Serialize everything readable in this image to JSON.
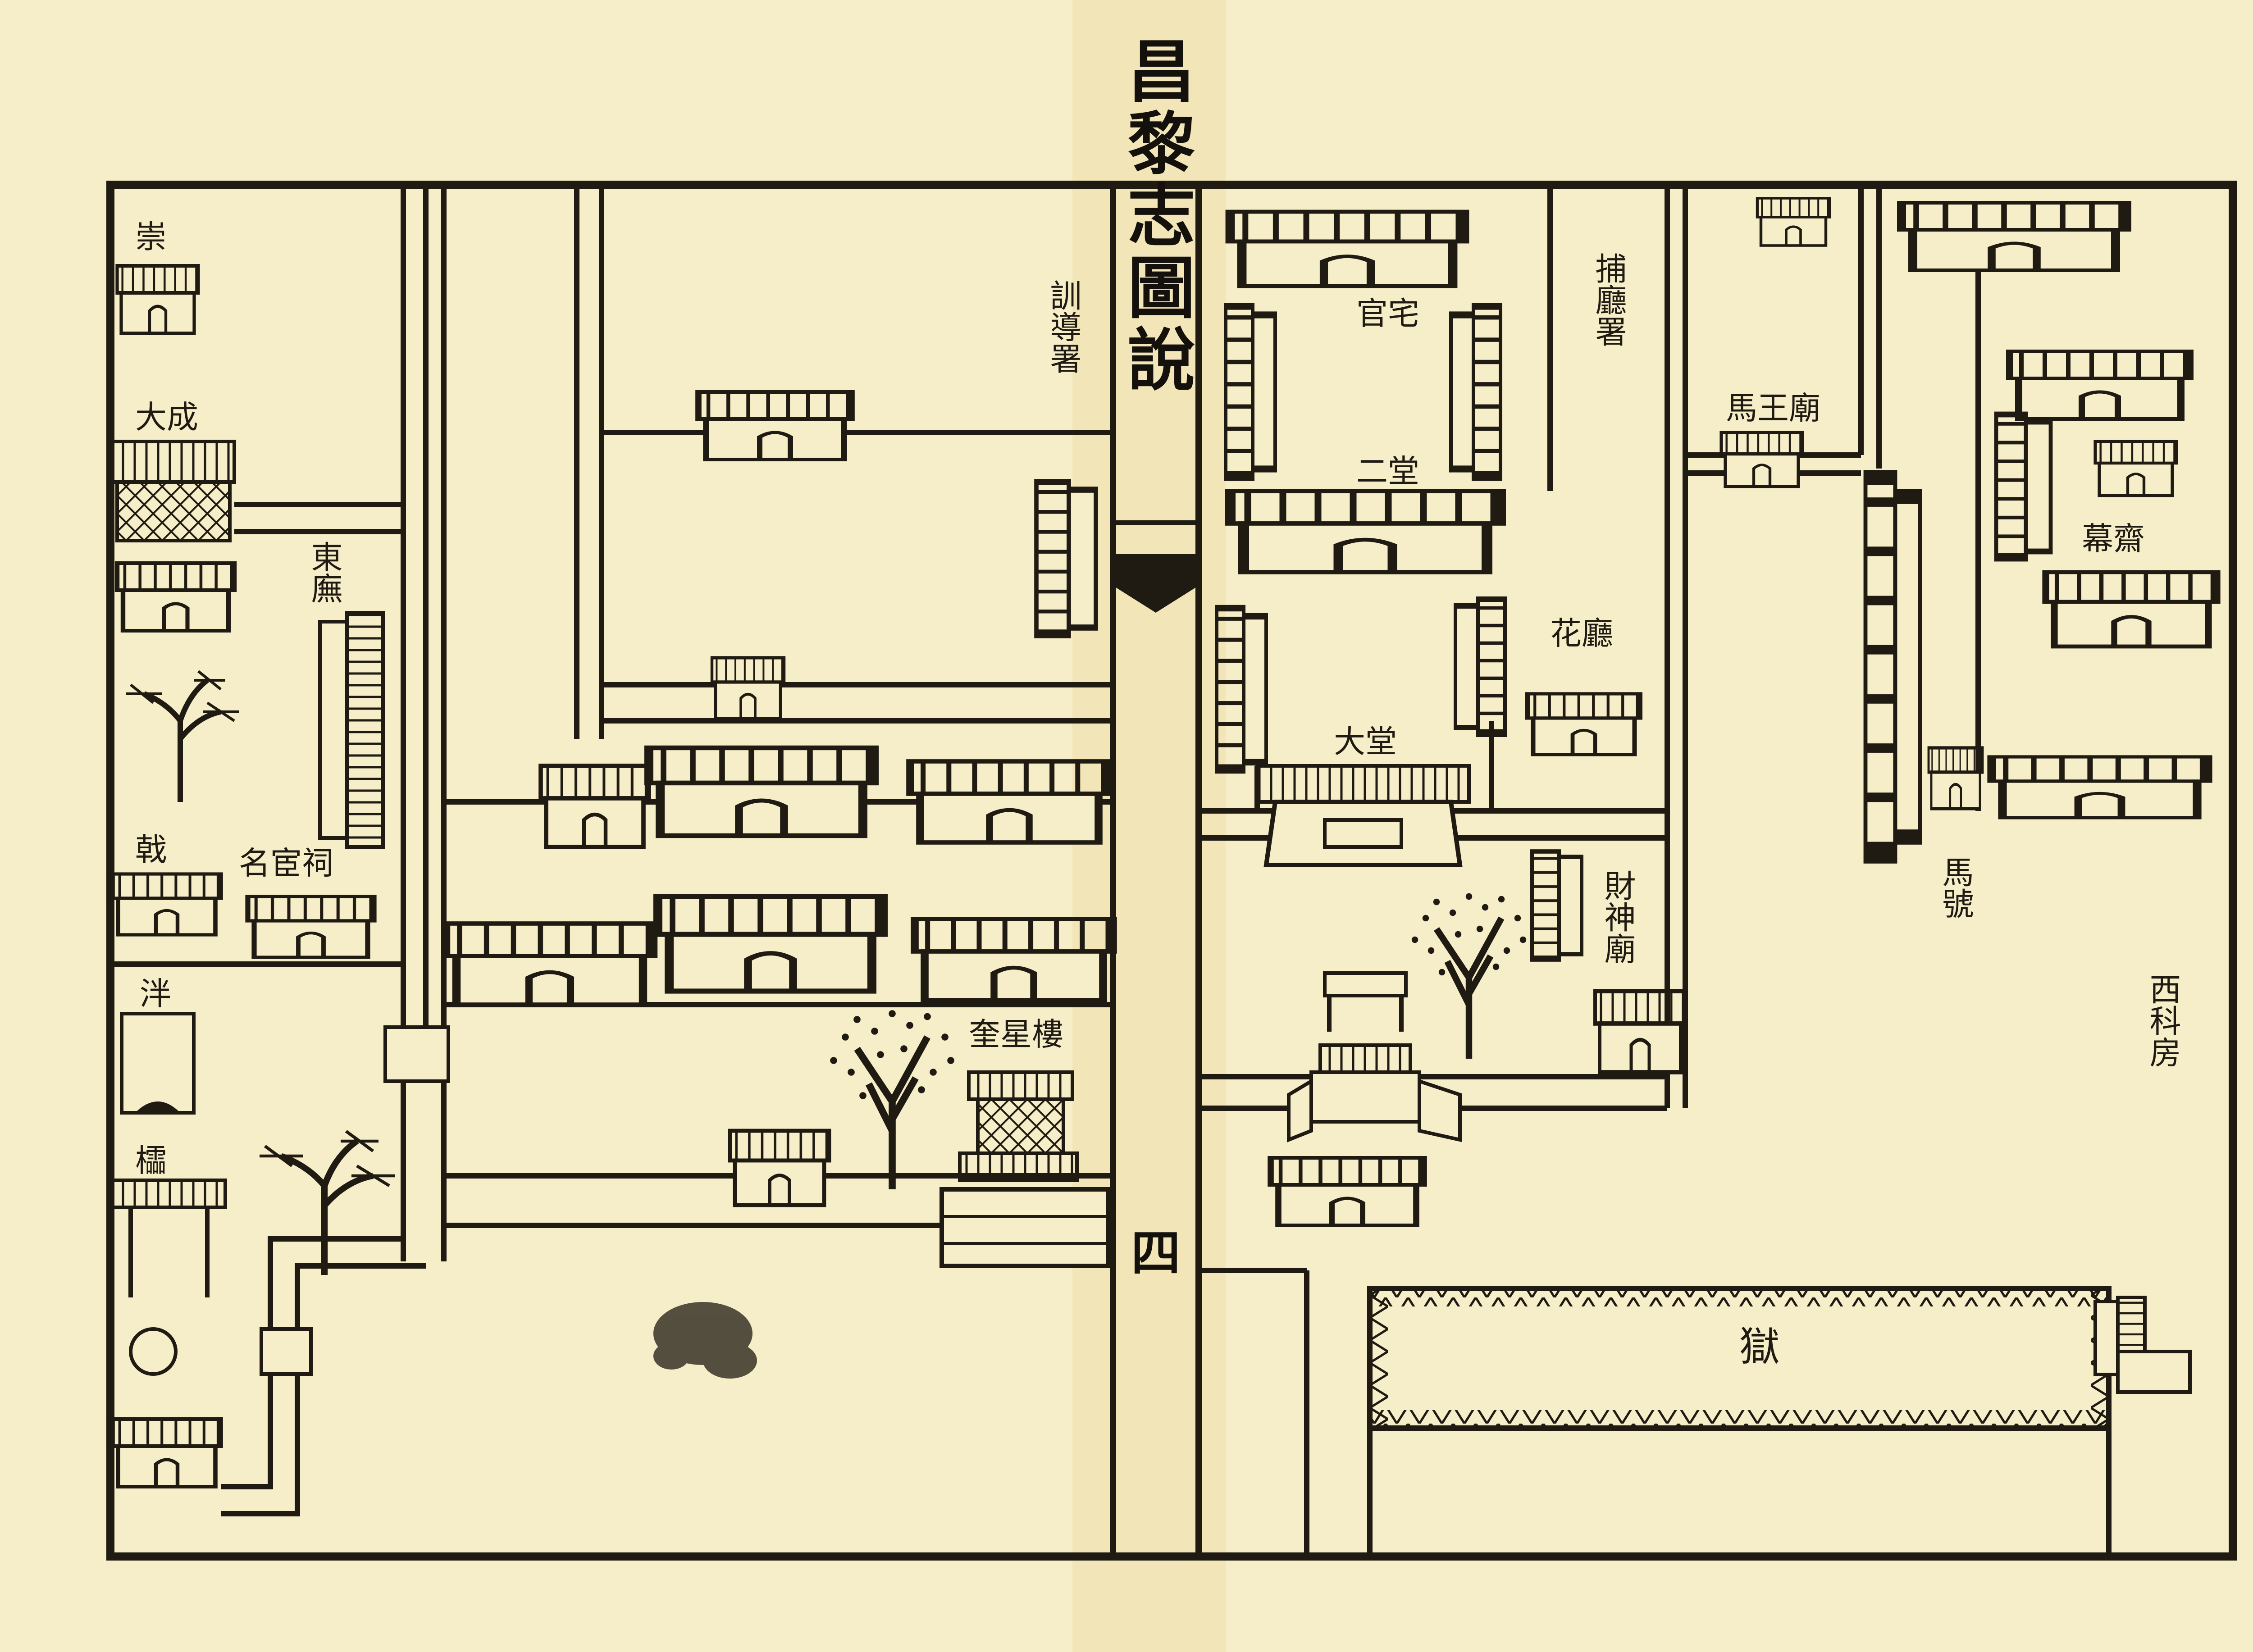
{
  "page": {
    "title": "昌黎志圖說",
    "page_number": "四"
  },
  "labels": {
    "chong": "崇",
    "dacheng": "大成",
    "dongwu": "東廡",
    "minghuan_ci": "名宦祠",
    "xing": "戟",
    "pan": "泮",
    "ling": "櫺",
    "xundao_shu": "訓導署",
    "kuixing_lou": "奎星樓",
    "guan_zhai": "官宅",
    "er_tang": "二堂",
    "buting_shu": "捕廳署",
    "huating": "花廳",
    "da_tang": "大堂",
    "caishen_miao": "財神廟",
    "mawang_miao": "馬王廟",
    "mu_zhai": "幕齋",
    "ma_hao": "馬號",
    "xike_fang": "西科房",
    "yu": "獄"
  },
  "colors": {
    "paper": "#f6edc9",
    "ink": "#1f1a12"
  }
}
